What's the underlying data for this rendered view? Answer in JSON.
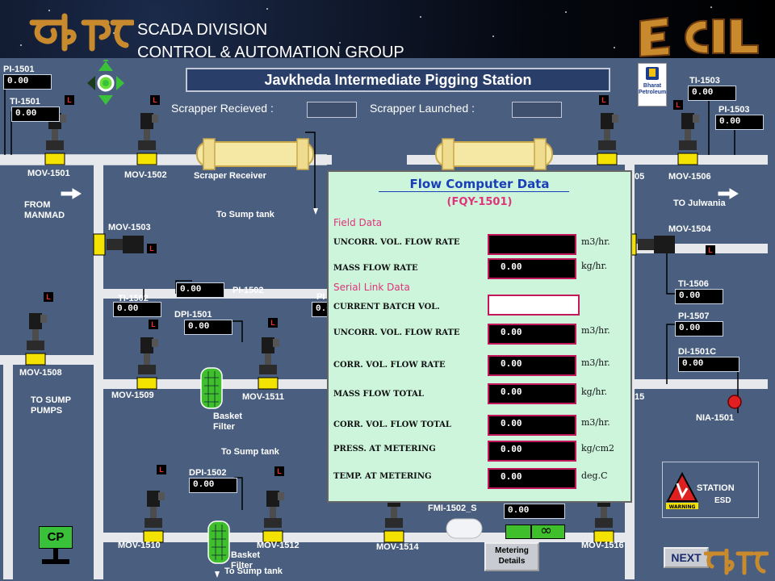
{
  "header": {
    "line1": "SCADA DIVISION",
    "line2": "CONTROL & AUTOMATION GROUP"
  },
  "station_title": "Javkheda Intermediate Pigging Station",
  "scrapper": {
    "received_label": "Scrapper Recieved :",
    "launched_label": "Scrapper Launched :"
  },
  "valves": {
    "mov1501": "MOV-1501",
    "mov1502": "MOV-1502",
    "mov1503": "MOV-1503",
    "mov1504": "MOV-1504",
    "mov1505": "05",
    "mov1506": "MOV-1506",
    "mov1508": "MOV-1508",
    "mov1509": "MOV-1509",
    "mov1510": "MOV-1510",
    "mov1511": "MOV-1511",
    "mov1512": "MOV-1512",
    "mov1514": "MOV-1514",
    "mov1515": "15",
    "mov1516": "MOV-1516"
  },
  "instruments": {
    "pi1501": {
      "label": "PI-1501",
      "value": "0.00"
    },
    "ti1501": {
      "label": "TI-1501",
      "value": "0.00"
    },
    "ti1503": {
      "label": "TI-1503",
      "value": "0.00"
    },
    "pi1503": {
      "label": "PI-1503",
      "value": "0.00"
    },
    "pi1502": {
      "label": "PI-1502",
      "value": "0.00"
    },
    "ti1502": {
      "label": "TI-1502",
      "value": "0.00"
    },
    "dpi1501": {
      "label": "DPI-1501",
      "value": "0.00"
    },
    "dpi1502": {
      "label": "DPI-1502",
      "value": "0.00"
    },
    "ti1506": {
      "label": "TI-1506",
      "value": "0.00"
    },
    "pi1507": {
      "label": "PI-1507",
      "value": "0.00"
    },
    "di1501c": {
      "label": "DI-1501C",
      "value": "0.00"
    },
    "fmi1502": {
      "label": "FMI-1502_S",
      "value": "0.00"
    },
    "nia1501": "NIA-1501",
    "pi_partial": "PI",
    "val_partial": "0.0"
  },
  "flow_labels": {
    "from_manmad": "FROM MANMAD",
    "to_julwania": "TO Julwania",
    "scraper_receiver": "Scraper Receiver",
    "to_sump_tank_1": "To Sump tank",
    "to_sump_tank_2": "To Sump tank",
    "to_sump_tank_3": "To Sump tank",
    "to_sump_pumps": "TO SUMP PUMPS",
    "basket_filter_1": "Basket Filter",
    "basket_filter_2": "Basket Filter"
  },
  "flow_computer": {
    "title": "Flow Computer Data",
    "subtitle": "(FQY-1501)",
    "field_data": "Field Data",
    "serial_link_data": "Serial Link Data",
    "rows": [
      {
        "label": "UNCORR. VOL. FLOW RATE",
        "value": "",
        "unit": "m3/hr."
      },
      {
        "label": "MASS FLOW RATE",
        "value": "0.00",
        "unit": "kg/hr."
      },
      {
        "label": "CURRENT BATCH VOL.",
        "value": "",
        "unit": ""
      },
      {
        "label": "UNCORR. VOL. FLOW RATE",
        "value": "0.00",
        "unit": "m3/hr."
      },
      {
        "label": "CORR. VOL. FLOW RATE",
        "value": "0.00",
        "unit": "m3/hr."
      },
      {
        "label": "MASS FLOW TOTAL",
        "value": "0.00",
        "unit": "kg/hr."
      },
      {
        "label": "CORR. VOL. FLOW TOTAL",
        "value": "0.00",
        "unit": "m3/hr."
      },
      {
        "label": "PRESS. AT METERING",
        "value": "0.00",
        "unit": "kg/cm2"
      },
      {
        "label": "TEMP. AT METERING",
        "value": "0.00",
        "unit": "deg.C"
      }
    ]
  },
  "station_esd": {
    "line1": "STATION",
    "line2": "ESD",
    "warning": "WARNING"
  },
  "buttons": {
    "cp": "CP",
    "metering": "Metering Details",
    "next": "NEXT"
  },
  "loc": "L",
  "infinity": "∞",
  "colors": {
    "panel": "#4a5f7f",
    "pipe": "#e6e8ec",
    "valve": "#f4e200",
    "alarm": "#e02020"
  }
}
